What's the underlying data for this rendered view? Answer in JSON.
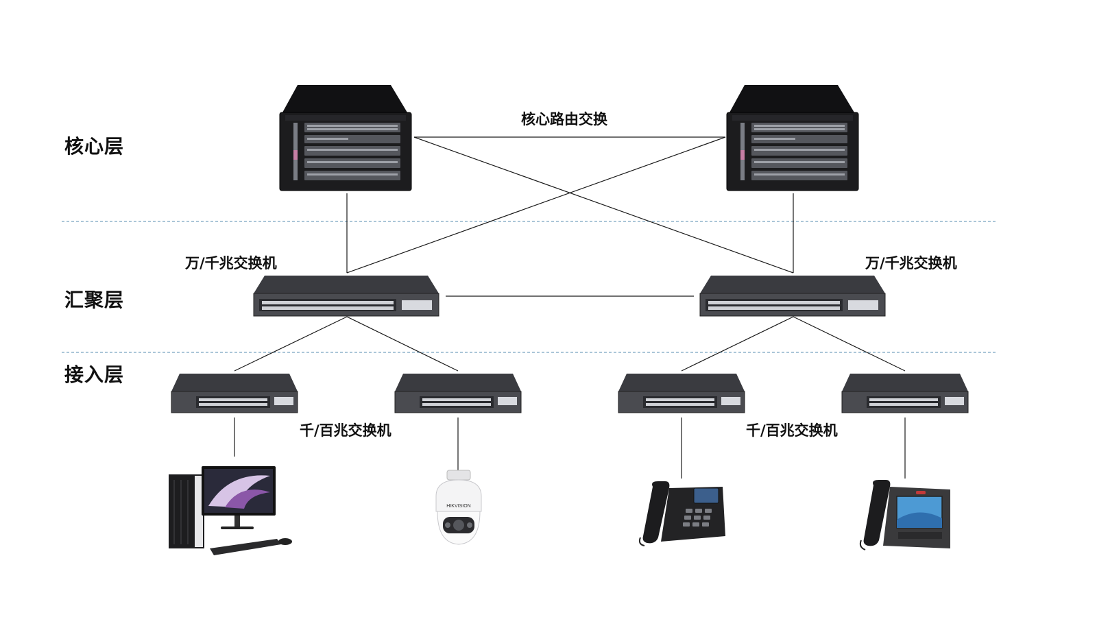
{
  "layers": {
    "core": "核心层",
    "aggregation": "汇聚层",
    "access": "接入层"
  },
  "captions": {
    "core_link": "核心路由交换",
    "aggregation_left": "万/千兆交换机",
    "aggregation_right": "万/千兆交换机",
    "access_left": "千/百兆交换机",
    "access_right": "千/百兆交换机"
  },
  "devices": {
    "core_left": "core-router-chassis",
    "core_right": "core-router-chassis",
    "agg_left": "48-port-switch",
    "agg_right": "48-port-switch",
    "access_1": "24-port-switch",
    "access_2": "24-port-switch",
    "access_3": "24-port-switch",
    "access_4": "24-port-switch",
    "endpoint_1": "desktop-computer-icon",
    "endpoint_2": "dome-camera-icon",
    "endpoint_3": "ip-phone-icon",
    "endpoint_4": "video-phone-icon"
  },
  "camera_brand": "HIKVISION",
  "colors": {
    "divider": "#8fb4cc",
    "line": "#1a1a1a",
    "chassis": "#1c1c1e",
    "switch_body": "#3a3b40"
  }
}
